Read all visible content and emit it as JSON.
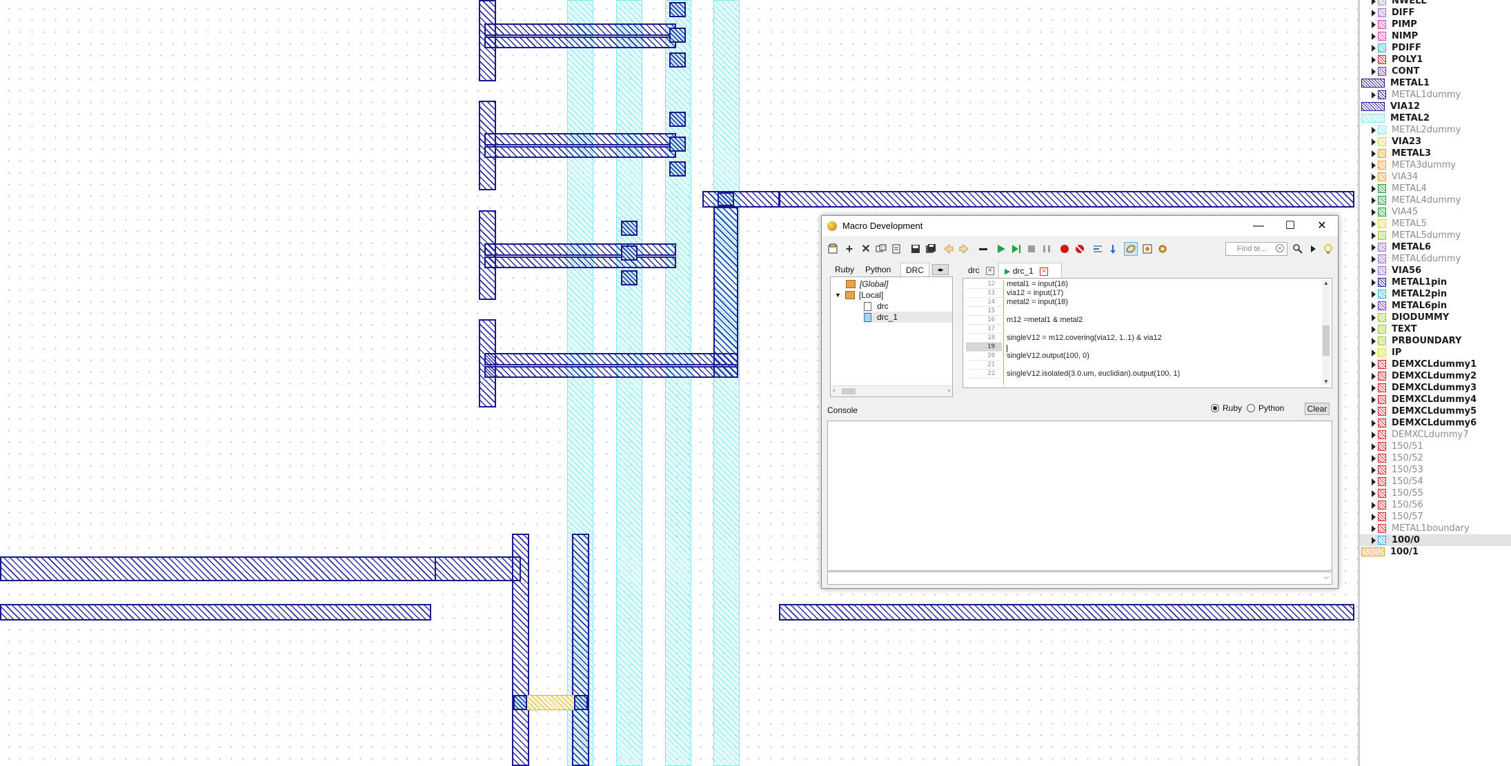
{
  "window": {
    "title": "Macro Development",
    "minimize": "—",
    "maximize": "☐",
    "close": "✕"
  },
  "toolbar": {
    "find_placeholder": "Find te..."
  },
  "left_tabs": [
    "Ruby",
    "Python",
    "DRC"
  ],
  "tree": {
    "global": "[Global]",
    "local": "[Local]",
    "items": [
      "drc",
      "drc_1"
    ]
  },
  "code_tabs": [
    "drc",
    "drc_1"
  ],
  "editor": {
    "line_numbers": [
      "12",
      "13",
      "14",
      "15",
      "16",
      "17",
      "18",
      "19",
      "20",
      "21",
      "22"
    ],
    "current_line": "19",
    "lines": [
      "metal1 = input(16)",
      "via12 = input(17)",
      "metal2 = input(18)",
      "",
      "m12 =metal1 & metal2",
      "",
      "singleV12 = m12.covering(via12, 1..1) & via12",
      "",
      "singleV12.output(100, 0)",
      "",
      "singleV12.isolated(3.0.um, euclidian).output(100, 1)"
    ]
  },
  "console": {
    "label": "Console",
    "ruby": "Ruby",
    "python": "Python",
    "clear": "Clear",
    "selected": "Ruby"
  },
  "layers": [
    {
      "name": "NWELL",
      "style": "bold",
      "color": "#9aa0a6"
    },
    {
      "name": "DIFF",
      "style": "bold",
      "color": "#a46cd6"
    },
    {
      "name": "PIMP",
      "style": "bold",
      "color": "#e040c0"
    },
    {
      "name": "NIMP",
      "style": "bold",
      "color": "#e040c0"
    },
    {
      "name": "PDIFF",
      "style": "bold",
      "color": "#3ab0e8"
    },
    {
      "name": "POLY1",
      "style": "bold",
      "color": "#d02828"
    },
    {
      "name": "CONT",
      "style": "bold",
      "color": "#7a38c0"
    },
    {
      "name": "METAL1",
      "style": "bold",
      "color": "#1f1f8f"
    },
    {
      "name": "METAL1dummy",
      "style": "gray",
      "color": "#1f1f8f"
    },
    {
      "name": "VIA12",
      "style": "bold",
      "color": "#1f1f8f"
    },
    {
      "name": "METAL2",
      "style": "bold",
      "color": "#86e9f2"
    },
    {
      "name": "METAL2dummy",
      "style": "gray",
      "color": "#86e9f2"
    },
    {
      "name": "VIA23",
      "style": "bold",
      "color": "#e6d83a"
    },
    {
      "name": "METAL3",
      "style": "bold",
      "color": "#f0a030"
    },
    {
      "name": "META3dummy",
      "style": "gray",
      "color": "#f0a030"
    },
    {
      "name": "VIA34",
      "style": "gray",
      "color": "#f0a030"
    },
    {
      "name": "METAL4",
      "style": "gray",
      "color": "#2a9a3a"
    },
    {
      "name": "METAL4dummy",
      "style": "gray",
      "color": "#2a9a3a"
    },
    {
      "name": "VIA45",
      "style": "gray",
      "color": "#2a9a3a"
    },
    {
      "name": "METAL5",
      "style": "gray",
      "color": "#e6d83a"
    },
    {
      "name": "METAL5dummy",
      "style": "gray",
      "color": "#9ac83a"
    },
    {
      "name": "METAL6",
      "style": "bold",
      "color": "#a46cd6"
    },
    {
      "name": "METAL6dummy",
      "style": "gray",
      "color": "#a46cd6"
    },
    {
      "name": "VIA56",
      "style": "bold",
      "color": "#a46cd6"
    },
    {
      "name": "METAL1pin",
      "style": "bold",
      "color": "#1f1f8f"
    },
    {
      "name": "METAL2pin",
      "style": "bold",
      "color": "#3ab0e8"
    },
    {
      "name": "METAL6pin",
      "style": "bold",
      "color": "#7a38c0"
    },
    {
      "name": "DIODUMMY",
      "style": "bold",
      "color": "#9ac83a"
    },
    {
      "name": "TEXT",
      "style": "bold",
      "color": "#9ac83a"
    },
    {
      "name": "PRBOUNDARY",
      "style": "bold",
      "color": "#9ac83a"
    },
    {
      "name": "IP",
      "style": "bold",
      "color": "#e6d83a"
    },
    {
      "name": "DEMXCLdummy1",
      "style": "bold",
      "color": "#d02828"
    },
    {
      "name": "DEMXCLdummy2",
      "style": "bold",
      "color": "#d02828"
    },
    {
      "name": "DEMXCLdummy3",
      "style": "bold",
      "color": "#d02828"
    },
    {
      "name": "DEMXCLdummy4",
      "style": "bold",
      "color": "#d02828"
    },
    {
      "name": "DEMXCLdummy5",
      "style": "bold",
      "color": "#d02828"
    },
    {
      "name": "DEMXCLdummy6",
      "style": "bold",
      "color": "#d02828"
    },
    {
      "name": "DEMXCLdummy7",
      "style": "gray",
      "color": "#d02828"
    },
    {
      "name": "150/51",
      "style": "gray",
      "color": "#d02828"
    },
    {
      "name": "150/52",
      "style": "gray",
      "color": "#d02828"
    },
    {
      "name": "150/53",
      "style": "gray",
      "color": "#d02828"
    },
    {
      "name": "150/54",
      "style": "gray",
      "color": "#d02828"
    },
    {
      "name": "150/55",
      "style": "gray",
      "color": "#d02828"
    },
    {
      "name": "150/56",
      "style": "gray",
      "color": "#d02828"
    },
    {
      "name": "150/57",
      "style": "gray",
      "color": "#d02828"
    },
    {
      "name": "METAL1boundary",
      "style": "gray",
      "color": "#d02828"
    },
    {
      "name": "100/0",
      "style": "bold",
      "color": "#3ab0e8"
    },
    {
      "name": "100/1",
      "style": "bold",
      "color": "#f0a030"
    }
  ]
}
